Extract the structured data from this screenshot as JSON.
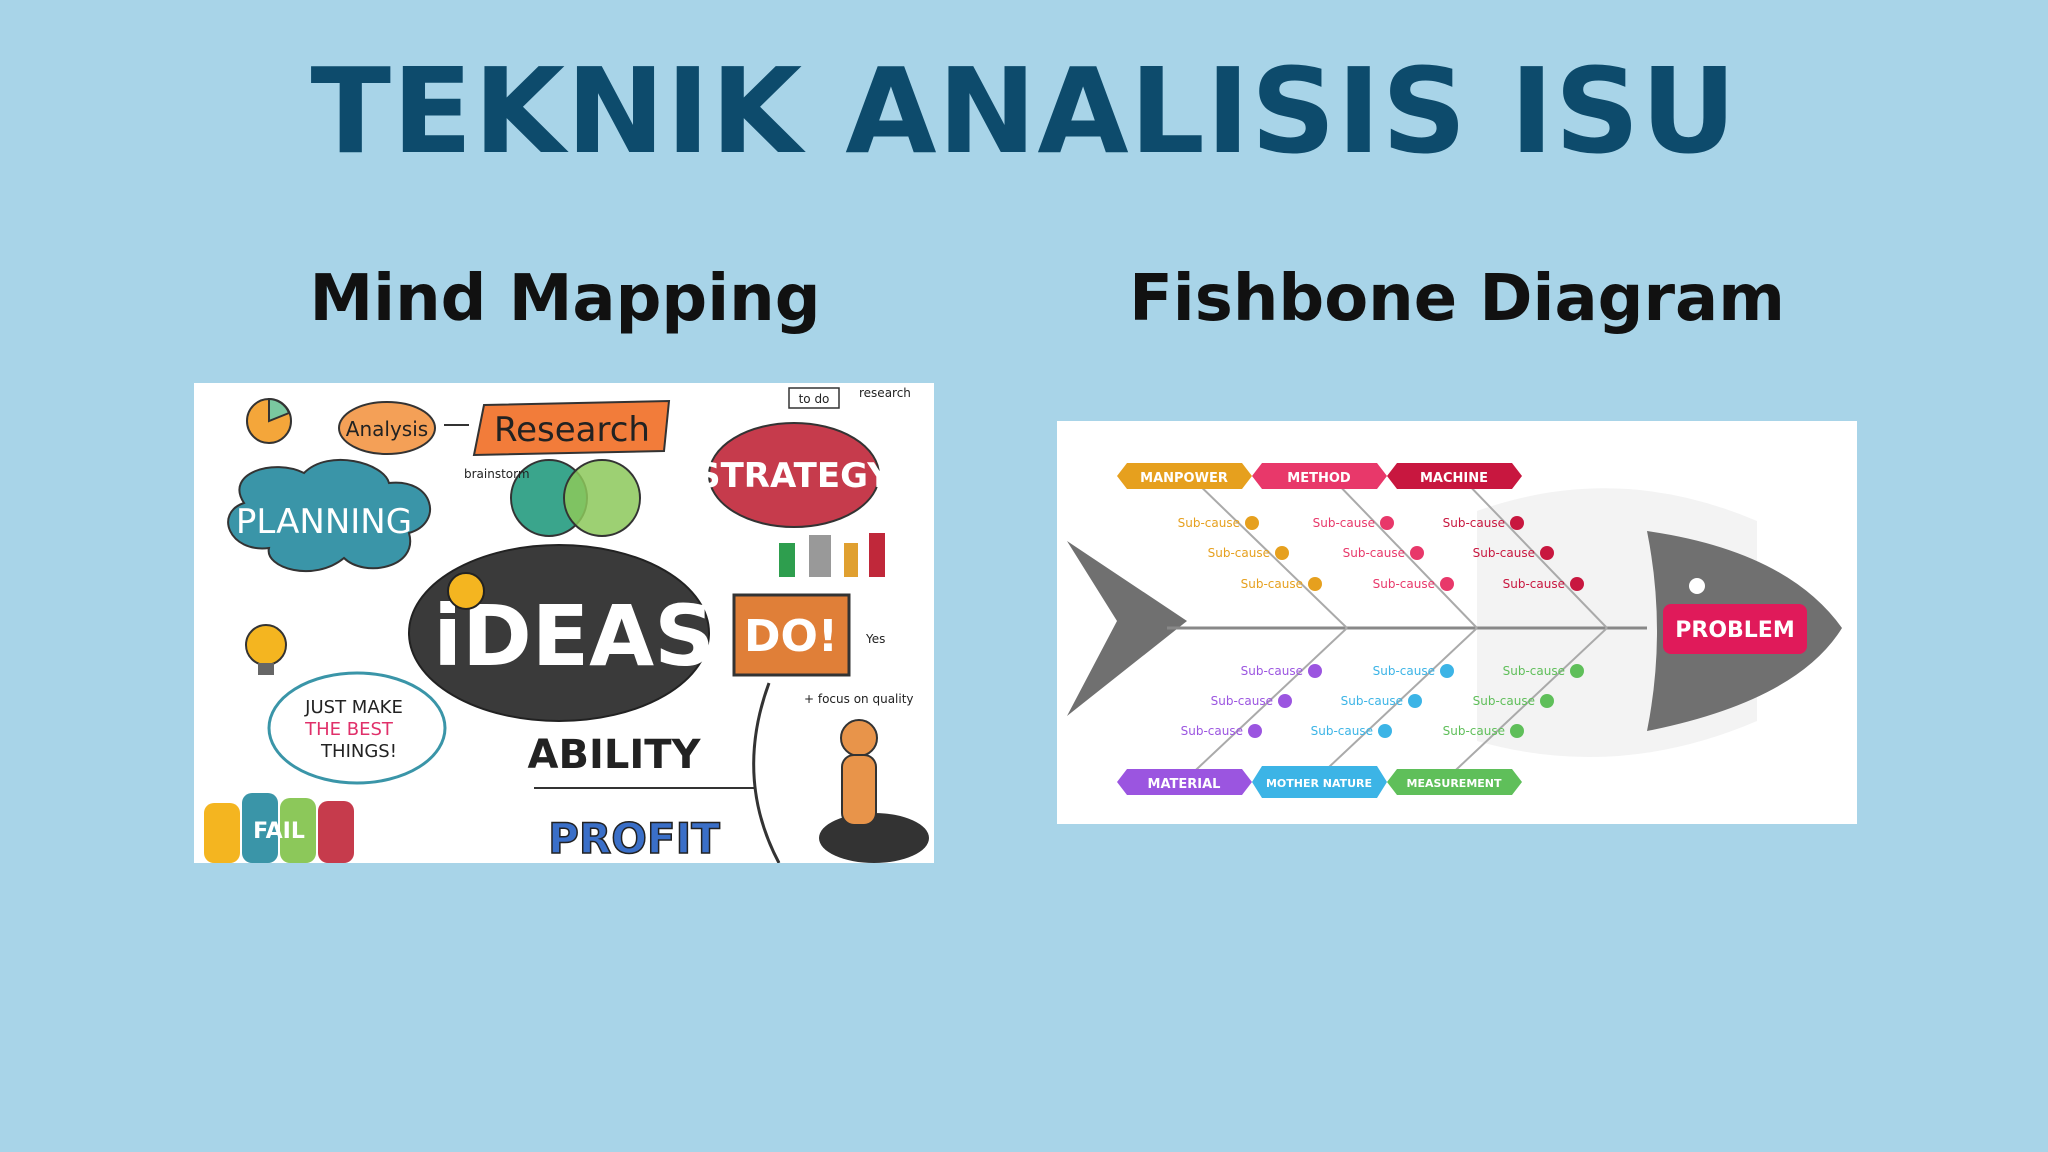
{
  "slide": {
    "title": "TEKNIK ANALISIS ISU",
    "left_heading": "Mind Mapping",
    "right_heading": "Fishbone Diagram"
  },
  "mindmap": {
    "center": "iDEAS",
    "nodes": {
      "research": "Research",
      "analysis": "Analysis",
      "planning": "PLANNING",
      "strategy": "STRATEGY",
      "do": "DO!",
      "ability": "ABILITY",
      "just_make": "JUST MAKE",
      "the_best": "THE BEST",
      "things": "THINGS!",
      "profit": "PROFIT",
      "brainstorm": "brainstorm",
      "to_do": "to do",
      "research_note": "research",
      "yes": "Yes",
      "focus": "+ focus on quality",
      "fail": "FAIL"
    }
  },
  "fishbone": {
    "problem": "PROBLEM",
    "top_categories": [
      "MANPOWER",
      "METHOD",
      "MACHINE"
    ],
    "bottom_categories": [
      "MATERIAL",
      "MOTHER NATURE",
      "MEASUREMENT"
    ],
    "subcause": "Sub-cause",
    "colors": {
      "manpower": "#e6a01e",
      "method": "#e8386a",
      "machine": "#c8173f",
      "material": "#9b55e0",
      "mother_nature": "#3cb4e6",
      "measurement": "#5fbf5a",
      "problem": "#e01a5a",
      "fish": "#707070"
    }
  }
}
